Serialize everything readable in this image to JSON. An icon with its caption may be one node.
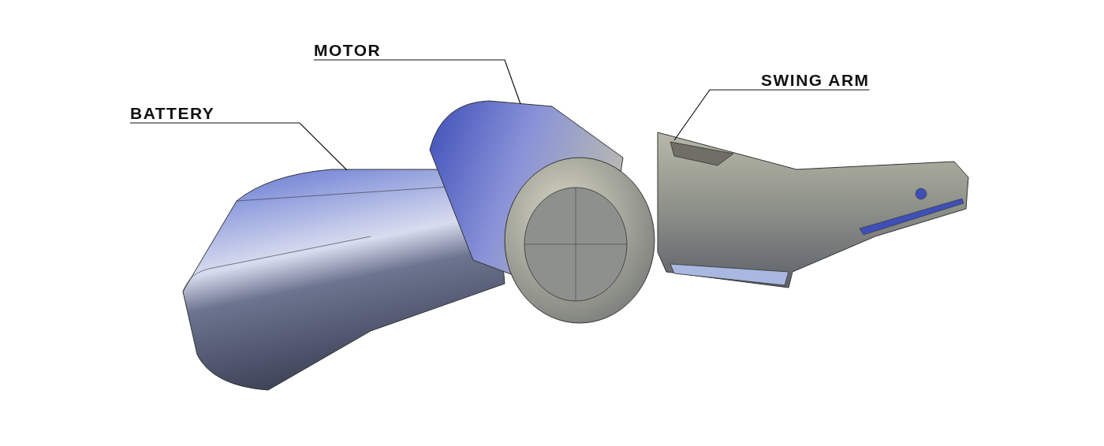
{
  "diagram": {
    "nodes": [
      {
        "text": [
          "MOTOR"
        ]
      },
      {
        "text": [
          "SWING ARM"
        ]
      },
      {
        "text": [
          "BATTERY"
        ]
      },
      {
        "text": [],
        "shape": "picture"
      },
      {
        "text": [],
        "shape": "picture"
      },
      {
        "text": [],
        "shape": "picture"
      }
    ],
    "edges": [
      {
        "from": 0,
        "to": 3,
        "arrow": "none"
      },
      {
        "from": 1,
        "to": 4,
        "arrow": "none"
      },
      {
        "from": 2,
        "to": 5,
        "arrow": "none"
      }
    ]
  }
}
